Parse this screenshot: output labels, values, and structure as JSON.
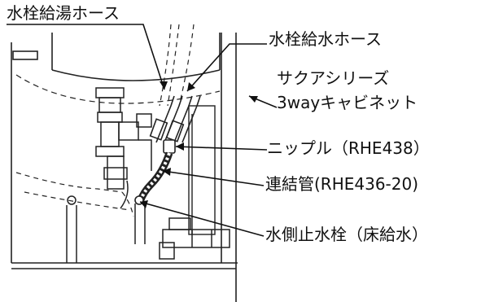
{
  "labels": {
    "hot_hose": "水栓給湯ホース",
    "cold_hose": "水栓給水ホース",
    "cabinet_line1": "サクアシリーズ",
    "cabinet_line2": "3wayキャビネット",
    "nipple": "ニップル（RHE438）",
    "connector_pipe": "連結管(RHE436-20)",
    "stop_valve": "水側止水栓（床給水）"
  }
}
